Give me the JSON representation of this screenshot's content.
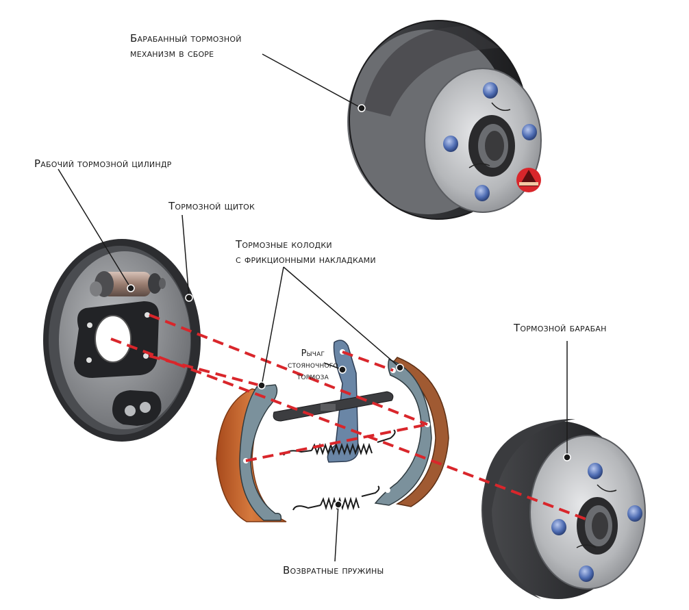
{
  "labels": {
    "drum_assembly": [
      "Барабанный тормозной",
      "механизм в сборе"
    ],
    "wheel_cylinder": "Рабочий тормозной цилиндр",
    "backing_plate": "Тормозной щиток",
    "shoes": [
      "Тормозные колодки",
      "с фрикционными накладками"
    ],
    "parking_lever": [
      "Рычаг",
      "стояночного",
      "тормоза"
    ],
    "brake_drum": "Тормозной барабан",
    "return_springs": "Возвратные пружины"
  },
  "colors": {
    "accent_line": "#d9262b",
    "lining": "#c8642a",
    "metal_dark": "#2b2b2d",
    "metal_mid": "#8a8c90",
    "metal_light": "#c9cacc",
    "shoe_steel": "#6f8590",
    "lever": "#6a86a6",
    "stud": "#3f5a9a"
  },
  "logo_icon": "red-triangle-logo-icon"
}
